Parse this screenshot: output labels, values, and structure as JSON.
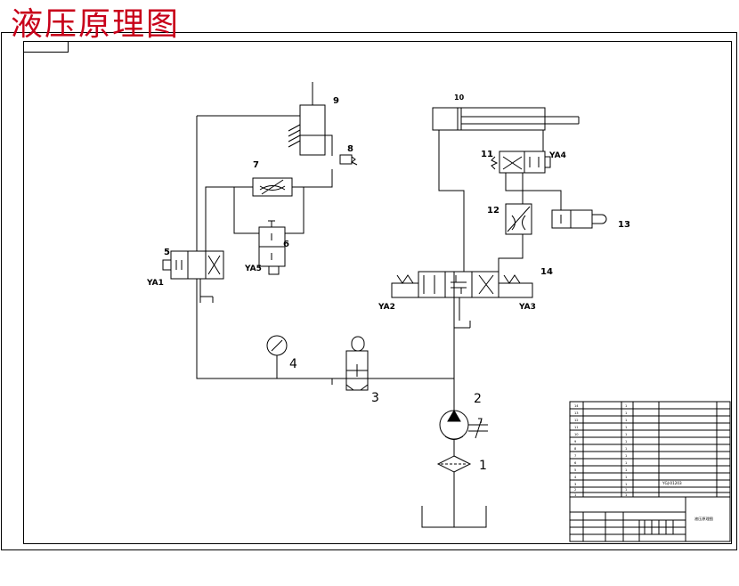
{
  "title": "液压原理图",
  "labels": {
    "n1": "1",
    "n2": "2",
    "n3": "3",
    "n4": "4",
    "n5": "5",
    "n6": "6",
    "n7": "7",
    "n8": "8",
    "n9": "9",
    "n10": "10",
    "n11": "11",
    "n12": "12",
    "n13": "13",
    "n14": "14",
    "ya1": "YA1",
    "ya2": "YA2",
    "ya3": "YA3",
    "ya4": "YA4",
    "ya5": "YA5"
  },
  "bom": {
    "rows": [
      "14",
      "13",
      "12",
      "11",
      "10",
      "9",
      "8",
      "7",
      "6",
      "5",
      "4",
      "3",
      "2",
      "1"
    ],
    "qty": "1",
    "code": "YGJ-01203",
    "name": "液压原理图"
  }
}
